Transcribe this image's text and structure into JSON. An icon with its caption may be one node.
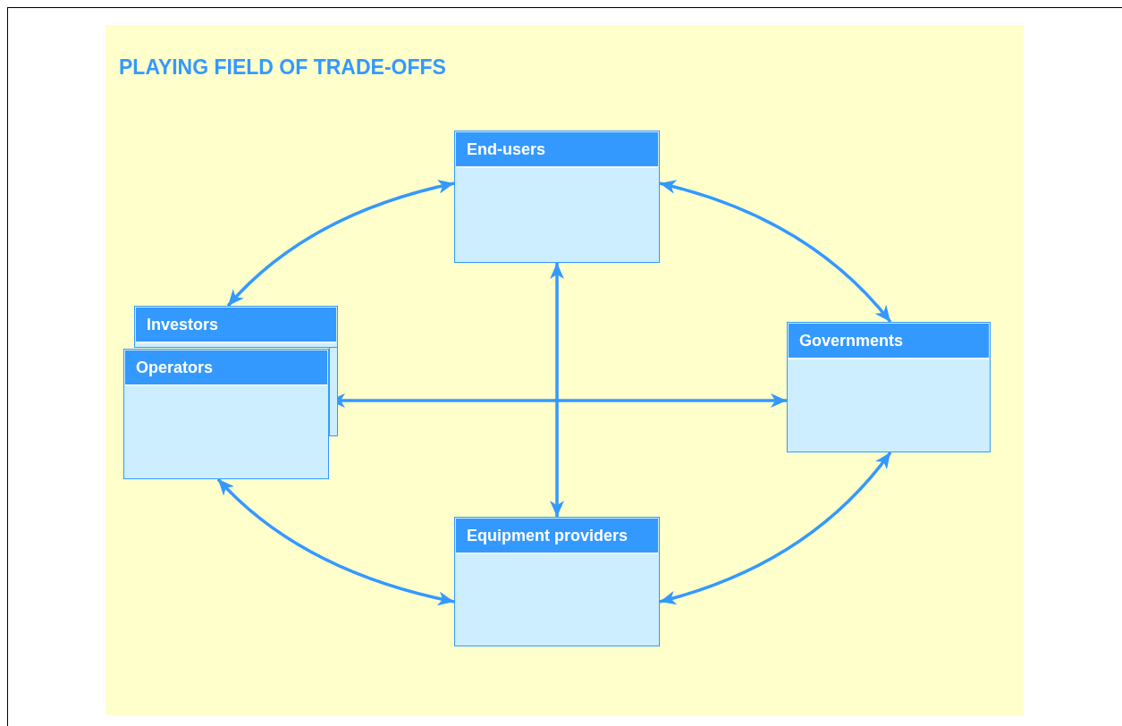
{
  "diagram": {
    "title": "PLAYING FIELD OF TRADE-OFFS",
    "nodes": [
      {
        "text": [
          "End-users"
        ]
      },
      {
        "text": [
          "Investors"
        ]
      },
      {
        "text": [
          "Operators"
        ]
      },
      {
        "text": [
          "Governments"
        ]
      },
      {
        "text": [
          "Equipment providers"
        ]
      }
    ],
    "edges": [
      {
        "from": 0,
        "to": 1,
        "arrow": "both"
      },
      {
        "from": 0,
        "to": 3,
        "arrow": "both"
      },
      {
        "from": 0,
        "to": 4,
        "arrow": "both"
      },
      {
        "from": 2,
        "to": 3,
        "arrow": "both"
      },
      {
        "from": 2,
        "to": 4,
        "arrow": "both"
      },
      {
        "from": 3,
        "to": 4,
        "arrow": "both"
      }
    ]
  }
}
